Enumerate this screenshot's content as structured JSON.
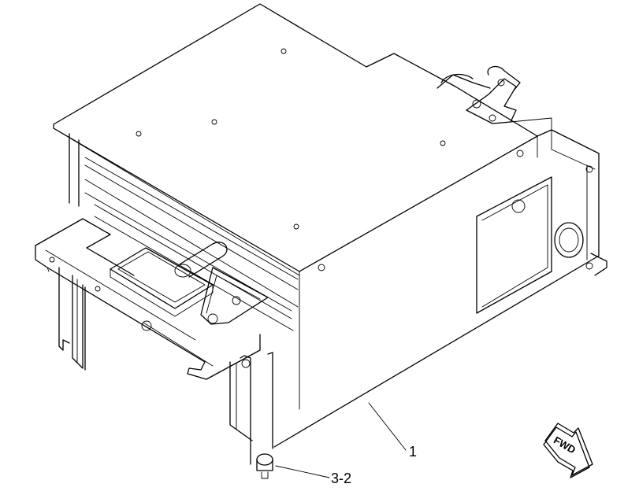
{
  "callouts": [
    {
      "label": "1"
    },
    {
      "label": "3-2"
    }
  ],
  "direction_marker": {
    "label": "FWD"
  },
  "colors": {
    "line": "#000000",
    "background": "#ffffff"
  }
}
